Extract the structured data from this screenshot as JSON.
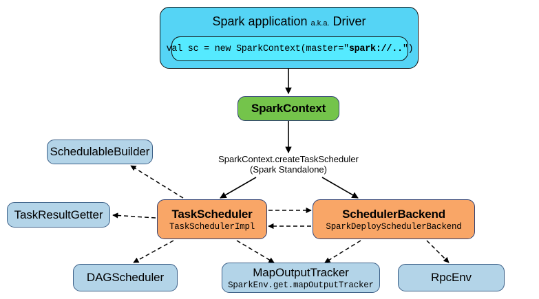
{
  "diagram": {
    "title": "Spark SparkContext.createTaskScheduler (Spark Standalone)",
    "colors": {
      "driver_fill": "#55d4f5",
      "code_fill": "#55eaff",
      "sparkcontext_fill": "#74c44b",
      "scheduler_fill": "#f9a667",
      "component_fill": "#b3d4e8",
      "edge_stroke": "#000000"
    },
    "nodes": {
      "driver": {
        "header_main": "Spark application",
        "header_aka": "a.k.a.",
        "header_tail": "Driver",
        "code_prefix": "val sc = new SparkContext(master=\"",
        "code_bold": "spark://..",
        "code_suffix": "\")"
      },
      "sparkcontext": {
        "label": "SparkContext"
      },
      "taskscheduler": {
        "label": "TaskScheduler",
        "sublabel": "TaskSchedulerImpl"
      },
      "schedulerbackend": {
        "label": "SchedulerBackend",
        "sublabel": "SparkDeploySchedulerBackend"
      },
      "schedulablebuilder": {
        "label": "SchedulableBuilder"
      },
      "taskresultgetter": {
        "label": "TaskResultGetter"
      },
      "dagscheduler": {
        "label": "DAGScheduler"
      },
      "mapoutputtracker": {
        "label": "MapOutputTracker",
        "sublabel": "SparkEnv.get.mapOutputTracker"
      },
      "rpcenv": {
        "label": "RpcEnv"
      }
    },
    "edge_labels": {
      "create_task_scheduler_line1": "SparkContext.createTaskScheduler",
      "create_task_scheduler_line2": "(Spark Standalone)"
    }
  }
}
